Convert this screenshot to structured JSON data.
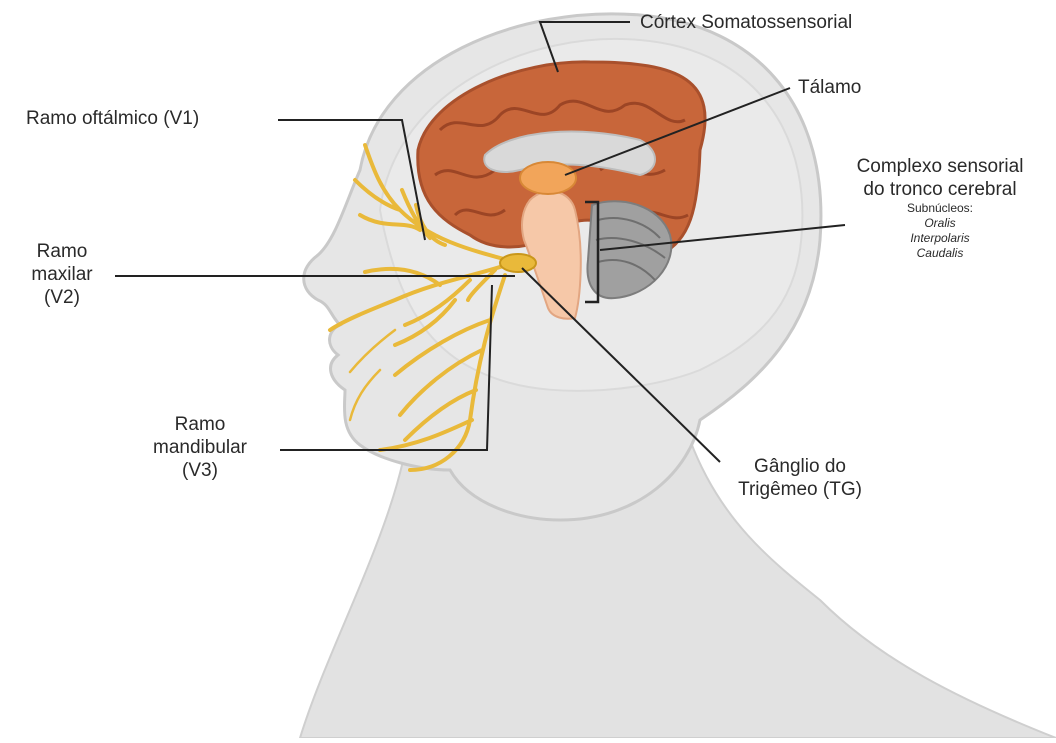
{
  "labels": {
    "cortex": "Córtex Somatossensorial",
    "talamo": "Tálamo",
    "v1": "Ramo oftálmico (V1)",
    "complexo_1": "Complexo sensorial",
    "complexo_2": "do tronco cerebral",
    "subnucleos": "Subnúcleos:",
    "oralis": "Oralis",
    "interpolaris": "Interpolaris",
    "caudalis": "Caudalis",
    "v2_1": "Ramo",
    "v2_2": "maxilar",
    "v2_3": "(V2)",
    "v3_1": "Ramo",
    "v3_2": "mandibular",
    "v3_3": "(V3)",
    "tg_1": "Gânglio do",
    "tg_2": "Trigêmeo (TG)"
  },
  "colors": {
    "cortex": "#c8663a",
    "nerve": "#e9b93a",
    "brainstem": "#f6c8a8",
    "thalamus": "#f2a55a",
    "cerebellum": "#9a9a9a",
    "skin": "#e4e4e4"
  }
}
